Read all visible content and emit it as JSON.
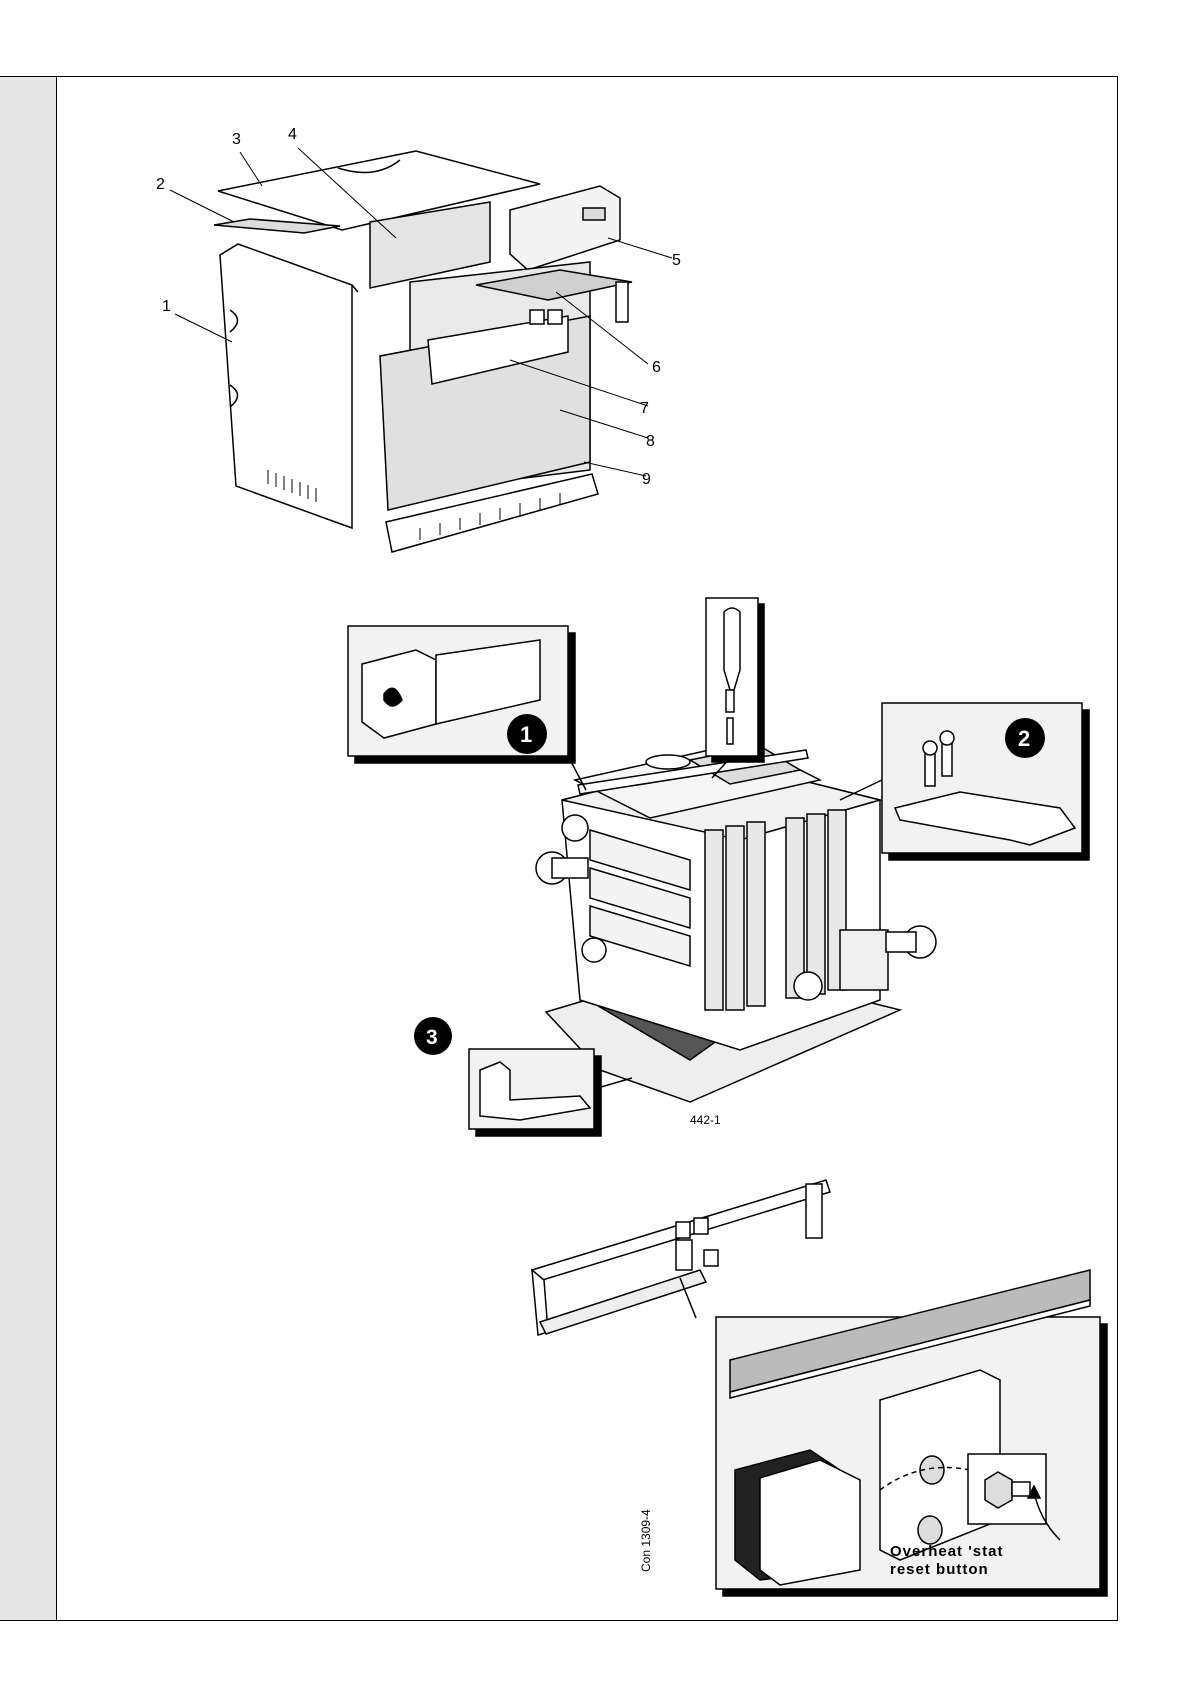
{
  "part_labels": [
    "1",
    "2",
    "3",
    "4",
    "5",
    "6",
    "7",
    "8",
    "9"
  ],
  "step_badges": [
    "1",
    "2",
    "3"
  ],
  "overheat_caption": {
    "line1": "Overheat 'stat",
    "line2": "reset button"
  },
  "figure_code": "Con 1309-4",
  "small_code": "442-1",
  "colors": {
    "sidebar": "#e6e6e6",
    "panel_bg": "#f2f2f2",
    "ink": "#000000"
  },
  "icons": [
    "screwdriver-icon",
    "screw-icon",
    "badge-number-icon"
  ]
}
